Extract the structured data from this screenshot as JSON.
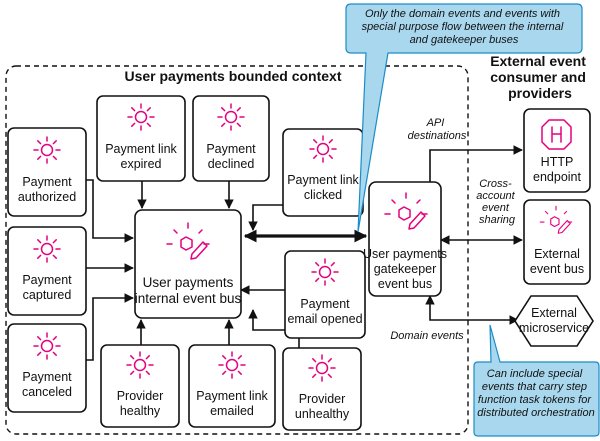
{
  "context_title": "User payments bounded context",
  "external_title": [
    "External event",
    "consumer and",
    "providers"
  ],
  "top_callout": [
    "Only the domain events and events with",
    "special purpose flow between the internal",
    "and gatekeeper buses"
  ],
  "bottom_callout": [
    "Can include special",
    "events that carry step",
    "function task tokens for",
    "distributed orchestration"
  ],
  "producers": {
    "payment_authorized": [
      "Payment",
      "authorized"
    ],
    "payment_captured": [
      "Payment",
      "captured"
    ],
    "payment_canceled": [
      "Payment",
      "canceled"
    ],
    "payment_link_expired": [
      "Payment link",
      "expired"
    ],
    "payment_declined": [
      "Payment",
      "declined"
    ],
    "payment_link_clicked": [
      "Payment link",
      "clicked"
    ],
    "payment_email_opened": [
      "Payment",
      "email opened"
    ],
    "provider_healthy": [
      "Provider",
      "healthy"
    ],
    "payment_link_emailed": [
      "Payment link",
      "emailed"
    ],
    "provider_unhealthy": [
      "Provider",
      "unhealthy"
    ]
  },
  "internal_bus": [
    "User payments",
    "internal event bus"
  ],
  "gatekeeper_bus": [
    "User payments",
    "gatekeeper",
    "event bus"
  ],
  "http_endpoint": [
    "HTTP",
    "endpoint"
  ],
  "external_bus": [
    "External",
    "event bus"
  ],
  "external_microservice": [
    "External",
    "microservice"
  ],
  "edge_labels": {
    "api_destinations": [
      "API",
      "destinations"
    ],
    "cross_account": [
      "Cross-",
      "account",
      "event",
      "sharing"
    ],
    "domain_events": "Domain events"
  },
  "colors": {
    "icon": "#e6007e",
    "callout_fill": "#a9d8ee",
    "callout_stroke": "#1b8cc7"
  },
  "icons": {
    "event_source": "sunburst-icon",
    "event_bus": "pencil-hexagon-icon",
    "api_destination": "api-gateway-icon"
  }
}
